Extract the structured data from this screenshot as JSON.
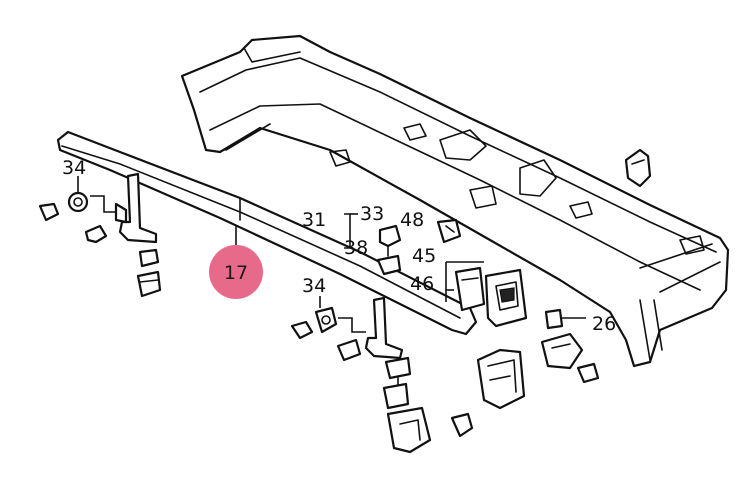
{
  "diagram": {
    "highlight_color": "#e86a8a",
    "line_color": "#111111",
    "highlight": {
      "number": "17"
    },
    "callouts": [
      {
        "id": "c34a",
        "text": "34"
      },
      {
        "id": "c31",
        "text": "31"
      },
      {
        "id": "c33",
        "text": "33"
      },
      {
        "id": "c38",
        "text": "38"
      },
      {
        "id": "c48",
        "text": "48"
      },
      {
        "id": "c45",
        "text": "45"
      },
      {
        "id": "c46",
        "text": "46"
      },
      {
        "id": "c34b",
        "text": "34"
      },
      {
        "id": "c26",
        "text": "26"
      }
    ]
  }
}
